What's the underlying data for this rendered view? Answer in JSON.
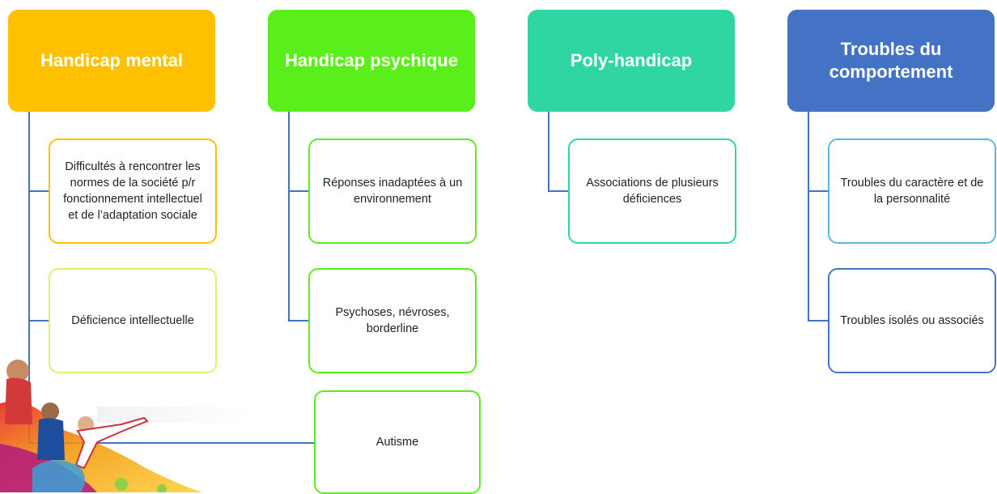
{
  "colors": {
    "connector": "#4472c4",
    "mental": "#ffc000",
    "psychique": "#5aee1a",
    "poly": "#2fd6a3",
    "troubles": "#4472c4"
  },
  "columns": [
    {
      "title": "Handicap mental",
      "children": [
        "Difficultés à rencontrer les normes de la société p/r fonctionnement intellectuel et de l’adaptation sociale",
        "Déficience intellectuelle"
      ]
    },
    {
      "title": "Handicap psychique",
      "children": [
        "Réponses inadaptées à un environnement",
        "Psychoses, névroses, borderline"
      ]
    },
    {
      "title": "Poly-handicap",
      "children": [
        "Associations de plusieurs déficiences"
      ]
    },
    {
      "title": "Troubles du comportement",
      "children": [
        "Troubles du caractère et de la personnalité",
        "Troubles isolés ou associés"
      ]
    }
  ],
  "extra_node": "Autisme",
  "decoration": {
    "icon": "sports-athletes-collage"
  }
}
